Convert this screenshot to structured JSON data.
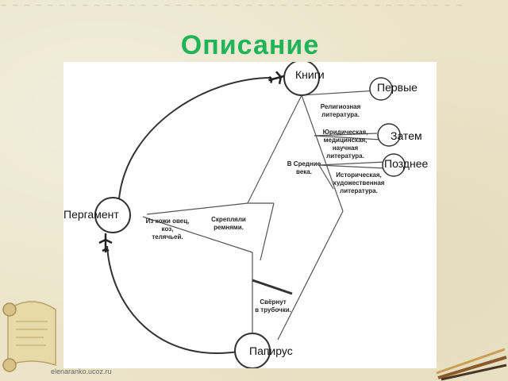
{
  "title": "Описание",
  "credit": "elenaranko.ucoz.ru",
  "nodes": {
    "books": "Книги",
    "first": "Первые",
    "then": "Затем",
    "later": "Позднее",
    "parchment": "Пергамент",
    "papyrus": "Папирус"
  },
  "notes": {
    "religious": [
      "Религиозная",
      "литература."
    ],
    "legal": [
      "Юридическая,",
      "медицинская,",
      "научная",
      "литература."
    ],
    "historical": [
      "Историческая,",
      "художественная",
      "литература."
    ],
    "middle_ages": [
      "В Средние",
      "века."
    ],
    "skins": [
      "Из кожи овец,",
      "коз,",
      "телячьей."
    ],
    "straps": [
      "Скрепляли",
      "ремнями."
    ],
    "rolled": [
      "Свёрнут",
      "в трубочки."
    ]
  },
  "colors": {
    "title": "#1fb35a",
    "line": "#555555",
    "background": "#ebe4c9"
  },
  "icons": [
    "airplane-icon",
    "scroll-icon",
    "pens-icon"
  ]
}
